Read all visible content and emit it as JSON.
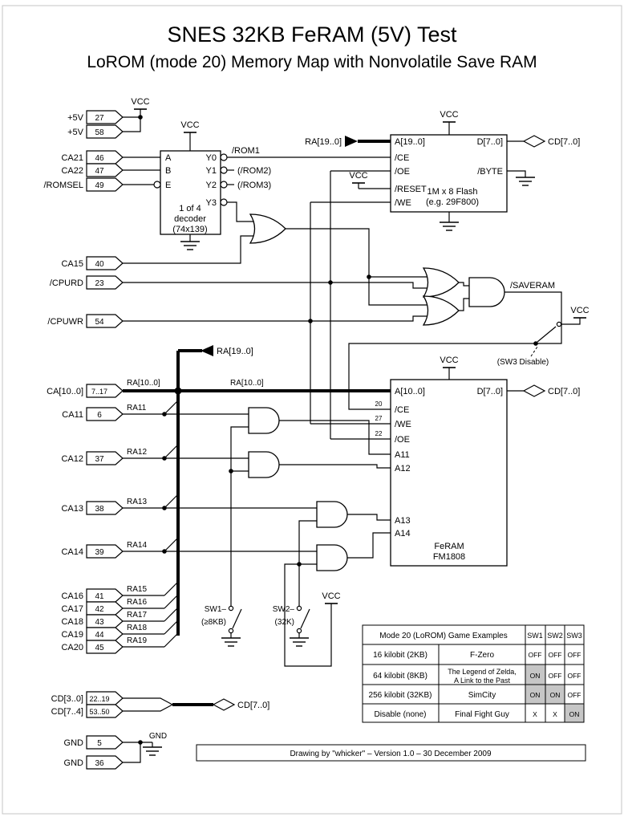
{
  "title": "SNES 32KB FeRAM (5V) Test",
  "subtitle": "LoROM (mode 20) Memory Map with Nonvolatile Save RAM",
  "power": {
    "vcc": "VCC",
    "gnd": "GND"
  },
  "connectors": {
    "p5v_a": {
      "label": "+5V",
      "pin": "27"
    },
    "p5v_b": {
      "label": "+5V",
      "pin": "58"
    },
    "ca21": {
      "label": "CA21",
      "pin": "46"
    },
    "ca22": {
      "label": "CA22",
      "pin": "47"
    },
    "romsel": {
      "label": "/ROMSEL",
      "pin": "49"
    },
    "ca15": {
      "label": "CA15",
      "pin": "40"
    },
    "cpurd": {
      "label": "/CPURD",
      "pin": "23"
    },
    "cpuwr": {
      "label": "/CPUWR",
      "pin": "54"
    },
    "ca10_0": {
      "label": "CA[10..0]",
      "pin": "7..17"
    },
    "ca11": {
      "label": "CA11",
      "pin": "6"
    },
    "ca12": {
      "label": "CA12",
      "pin": "37"
    },
    "ca13": {
      "label": "CA13",
      "pin": "38"
    },
    "ca14": {
      "label": "CA14",
      "pin": "39"
    },
    "ca16": {
      "label": "CA16",
      "pin": "41"
    },
    "ca17": {
      "label": "CA17",
      "pin": "42"
    },
    "ca18": {
      "label": "CA18",
      "pin": "43"
    },
    "ca19": {
      "label": "CA19",
      "pin": "44"
    },
    "ca20": {
      "label": "CA20",
      "pin": "45"
    },
    "cd3_0": {
      "label": "CD[3..0]",
      "pin": "22..19"
    },
    "cd7_4": {
      "label": "CD[7..4]",
      "pin": "53..50"
    },
    "gnd_a": {
      "label": "GND",
      "pin": "5"
    },
    "gnd_b": {
      "label": "GND",
      "pin": "36"
    }
  },
  "decoder": {
    "in_a": "A",
    "in_b": "B",
    "in_e": "E",
    "out_y0": "Y0",
    "out_y1": "Y1",
    "out_y2": "Y2",
    "out_y3": "Y3",
    "line1": "1 of 4",
    "line2": "decoder",
    "line3": "(74x139)"
  },
  "flash": {
    "a": "A[19..0]",
    "ce": "/CE",
    "oe": "/OE",
    "reset": "/RESET",
    "we": "/WE",
    "d": "D[7..0]",
    "byte": "/BYTE",
    "line1": "1M x 8 Flash",
    "line2": "(e.g. 29F800)"
  },
  "feram": {
    "a": "A[10..0]",
    "ce": "/CE",
    "we": "/WE",
    "oe": "/OE",
    "a11": "A11",
    "a12": "A12",
    "a13": "A13",
    "a14": "A14",
    "d": "D[7..0]",
    "line1": "FeRAM",
    "line2": "FM1808",
    "pin_ce": "20",
    "pin_we": "27",
    "pin_oe": "22"
  },
  "nets": {
    "rom1": "/ROM1",
    "rom2": "(/ROM2)",
    "rom3": "(/ROM3)",
    "saveram": "/SAVERAM",
    "bus19": "RA[19..0]",
    "bus10": "RA[10..0]",
    "cd7": "CD[7..0]",
    "ra11": "RA11",
    "ra12": "RA12",
    "ra13": "RA13",
    "ra14": "RA14",
    "ra15": "RA15",
    "ra16": "RA16",
    "ra17": "RA17",
    "ra18": "RA18",
    "ra19": "RA19"
  },
  "switches": {
    "sw1": "SW1–",
    "sw1_size": "(≥8KB)",
    "sw2": "SW2–",
    "sw2_size": "(32K)",
    "sw3": "(SW3 Disable)"
  },
  "table": {
    "header": "Mode 20 (LoROM) Game Examples",
    "col_sw1": "SW1",
    "col_sw2": "SW2",
    "col_sw3": "SW3",
    "rows": [
      {
        "size": "16 kilobit (2KB)",
        "game1": "F-Zero",
        "game2": "",
        "sw1": "OFF",
        "sw2": "OFF",
        "sw3": "OFF"
      },
      {
        "size": "64 kilobit (8KB)",
        "game1": "The Legend of Zelda,",
        "game2": "A Link to the Past",
        "sw1": "ON",
        "sw2": "OFF",
        "sw3": "OFF"
      },
      {
        "size": "256 kilobit (32KB)",
        "game1": "SimCity",
        "game2": "",
        "sw1": "ON",
        "sw2": "ON",
        "sw3": "OFF"
      },
      {
        "size": "Disable (none)",
        "game1": "Final Fight Guy",
        "game2": "",
        "sw1": "X",
        "sw2": "X",
        "sw3": "ON"
      }
    ]
  },
  "footer": "Drawing by \"whicker\" – Version 1.0 – 30 December 2009"
}
